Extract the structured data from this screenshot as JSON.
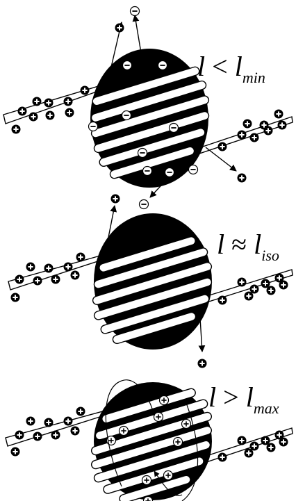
{
  "panels": [
    {
      "label_var": "l",
      "label_op": "<",
      "label_sub_base": "l",
      "label_sub": "min"
    },
    {
      "label_var": "l",
      "label_op": "≈",
      "label_sub_base": "l",
      "label_sub": "iso"
    },
    {
      "label_var": "l",
      "label_op": ">",
      "label_sub_base": "l",
      "label_sub": "max"
    }
  ],
  "colors": {
    "ink": "#000000",
    "paper": "#ffffff"
  },
  "icons": {
    "positive": "plus-circle-icon",
    "negative": "minus-circle-icon"
  }
}
